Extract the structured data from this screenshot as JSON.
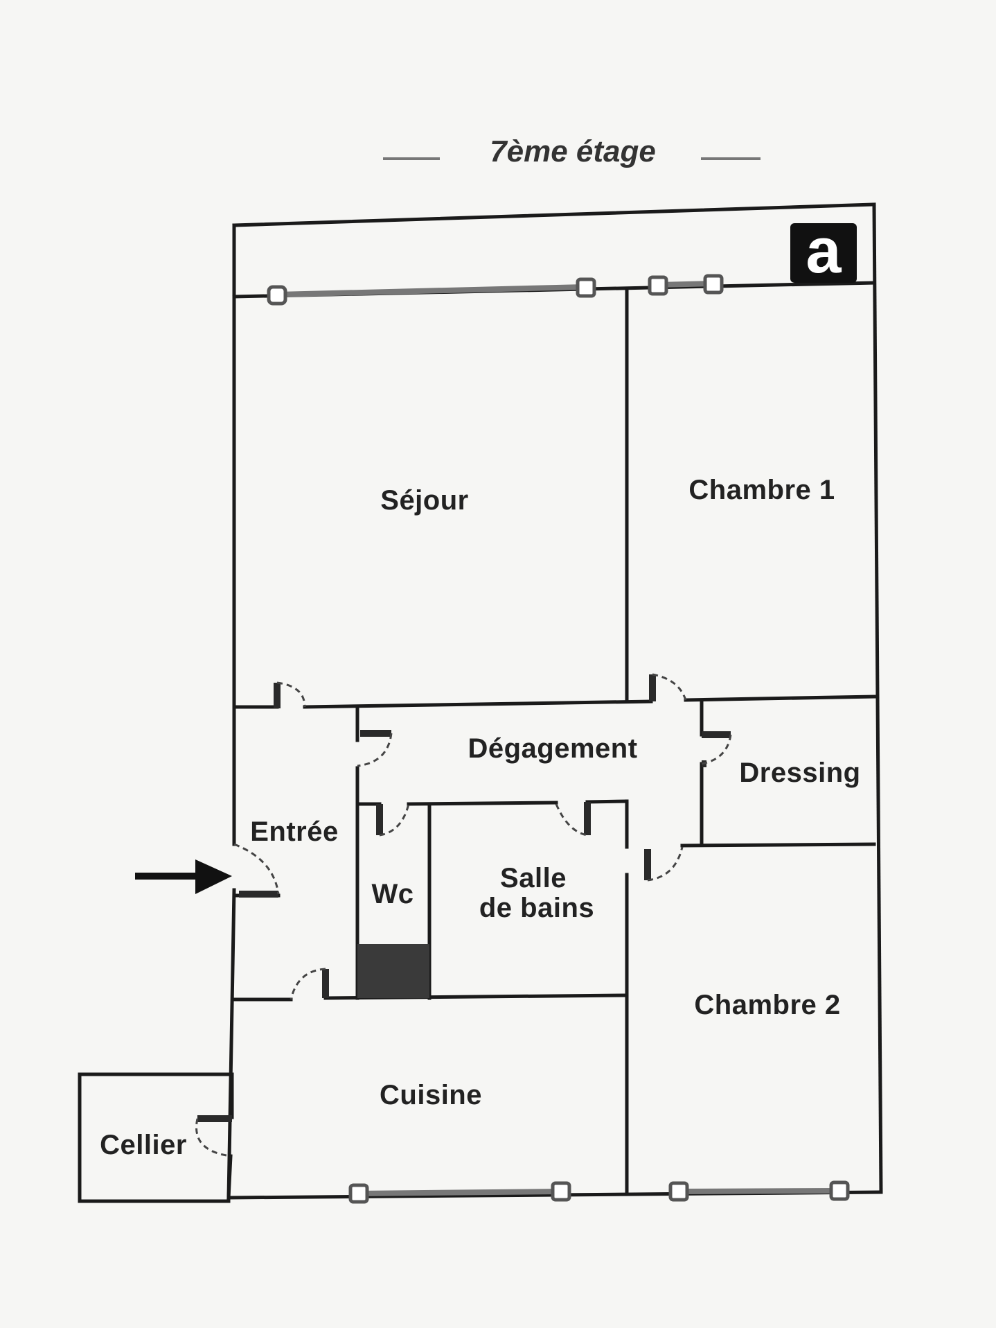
{
  "title": "7ème étage",
  "logo_letter": "a",
  "rooms": {
    "sejour": "Séjour",
    "chambre1": "Chambre 1",
    "degagement": "Dégagement",
    "dressing": "Dressing",
    "entree": "Entrée",
    "wc": "Wc",
    "salle_de_bains_line1": "Salle",
    "salle_de_bains_line2": "de bains",
    "chambre2": "Chambre 2",
    "cuisine": "Cuisine",
    "cellier": "Cellier"
  },
  "colors": {
    "wall": "#1a1a1a",
    "duct": "#3a3a3a",
    "window": "#555555"
  },
  "icons": {
    "entrance": "entrance-arrow-icon",
    "logo": "agency-logo-icon"
  }
}
